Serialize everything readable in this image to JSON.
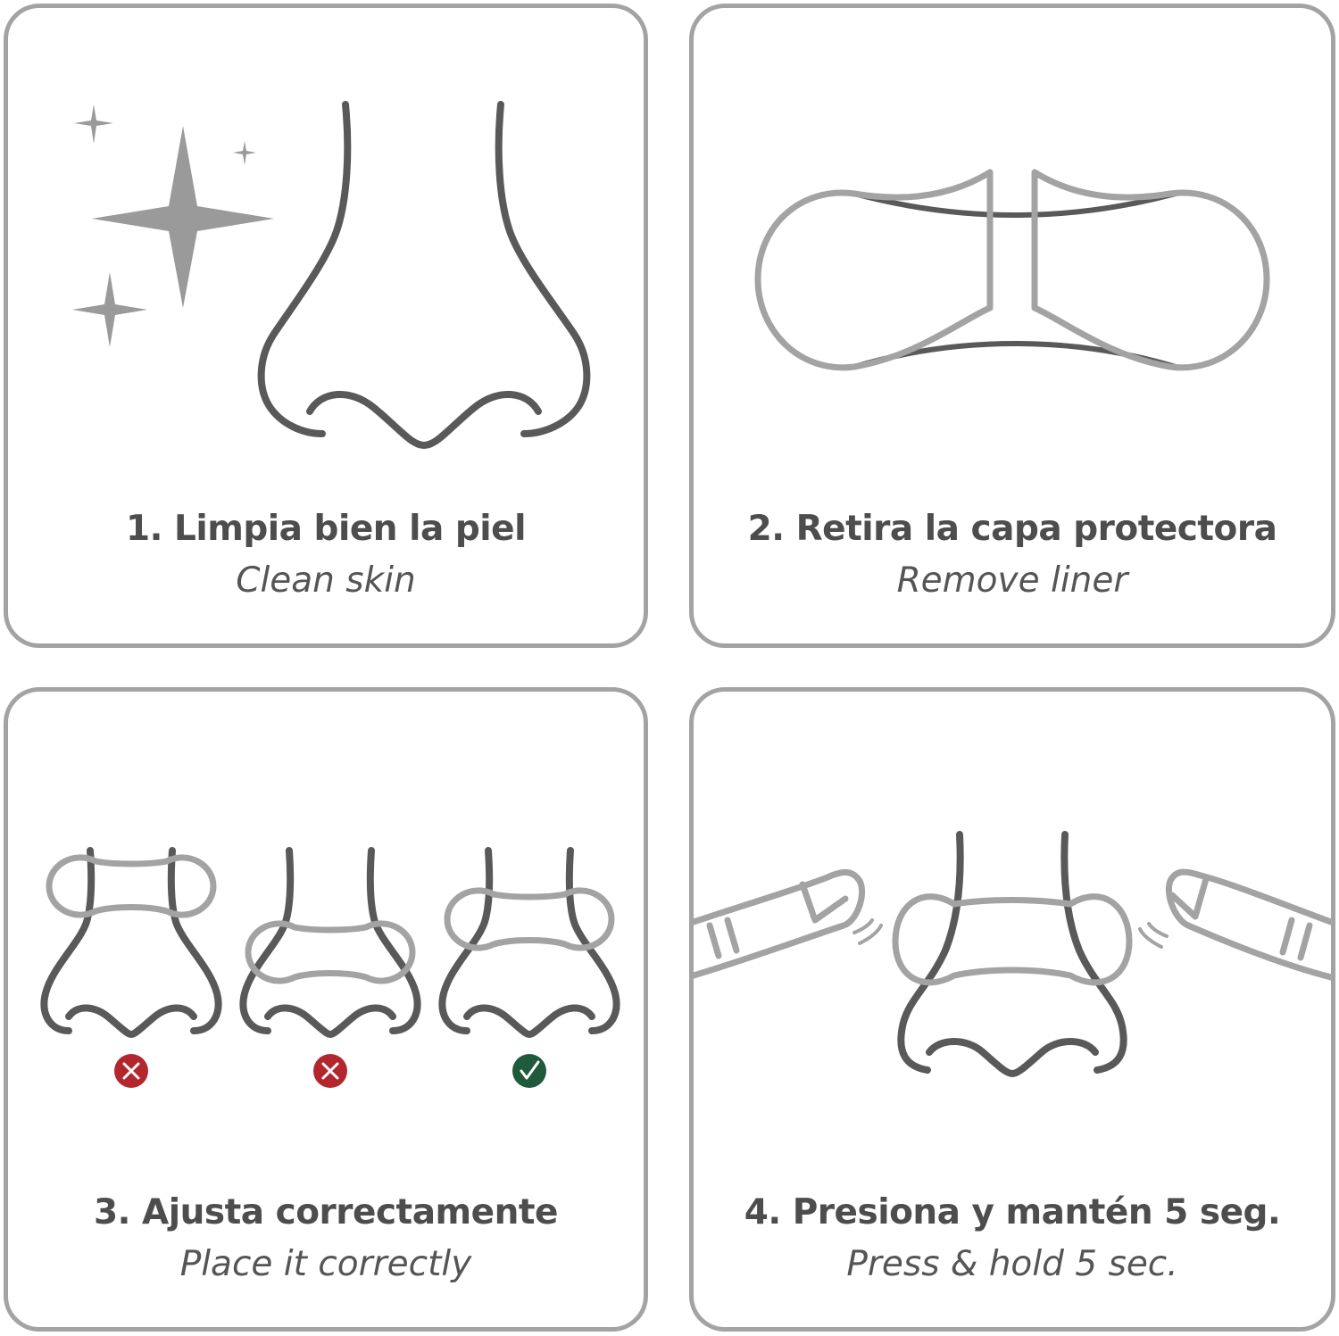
{
  "steps": [
    {
      "title": "1.  Limpia bien la piel",
      "subtitle": "Clean skin"
    },
    {
      "title": "2. Retira la capa protectora",
      "subtitle": "Remove liner"
    },
    {
      "title": "3. Ajusta correctamente",
      "subtitle": "Place it correctly"
    },
    {
      "title": "4. Presiona y mantén 5 seg.",
      "subtitle": "Press & hold 5 sec."
    }
  ],
  "placement_examples": [
    {
      "result": "incorrect",
      "icon": "cross-icon",
      "color": "#b3262d"
    },
    {
      "result": "incorrect",
      "icon": "cross-icon",
      "color": "#b3262d"
    },
    {
      "result": "correct",
      "icon": "check-icon",
      "color": "#1f5a3a"
    }
  ],
  "colors": {
    "outline_dark": "#595959",
    "outline_light": "#a3a3a3",
    "text": "#4d4d4d",
    "sparkle": "#9a9a9a"
  }
}
